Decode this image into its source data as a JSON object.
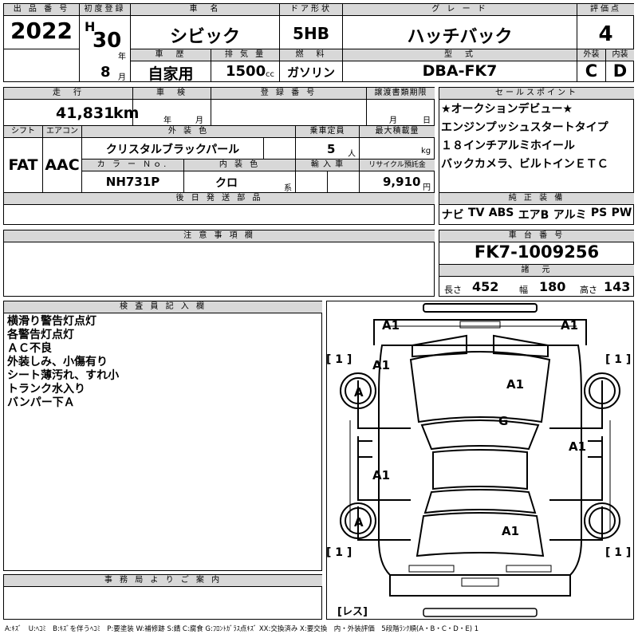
{
  "header": {
    "lot_no_label": "出 品 番 号",
    "lot_no": "2022",
    "first_reg_label": "初度登録",
    "era": "H",
    "year": "30",
    "year_unit": "年",
    "month": "8",
    "month_unit": "月",
    "car_name_label": "車　名",
    "car_name": "シビック",
    "door_label": "ドア形状",
    "door": "5HB",
    "grade_label": "グ レ ー ド",
    "grade": "ハッチバック",
    "score_label": "評価点",
    "score": "4",
    "history_label": "車　歴",
    "history": "自家用",
    "displacement_label": "排 気 量",
    "displacement": "1500",
    "displacement_unit": "cc",
    "fuel_label": "燃　料",
    "fuel": "ガソリン",
    "model_label": "型　式",
    "model": "DBA-FK7",
    "exterior_label": "外装",
    "exterior": "C",
    "interior_label": "内装",
    "interior": "D"
  },
  "row2": {
    "mileage_label": "走　行",
    "mileage": "41,831",
    "mileage_unit": "km",
    "inspection_label": "車　検",
    "inspection_year": "年",
    "inspection_month": "月",
    "reg_no_label": "登 録 番 号",
    "transfer_label": "譲渡書類期限",
    "transfer_month": "月",
    "transfer_day": "日",
    "shift_label": "シフト",
    "shift": "FAT",
    "ac_label": "エアコン",
    "ac": "AAC",
    "ext_color_label": "外 装 色",
    "ext_color": "クリスタルブラックパール",
    "capacity_label": "乗車定員",
    "capacity": "5",
    "capacity_unit": "人",
    "load_label": "最大積載量",
    "load_unit": "kg",
    "color_no_label": "カ ラ ー Ｎｏ.",
    "color_no": "NH731P",
    "int_color_label": "内 装 色",
    "int_color": "クロ",
    "int_color_unit": "系",
    "import_label": "輸 入 車",
    "recycle_label": "リサイクル預託金",
    "recycle": "9,910",
    "recycle_unit": "円"
  },
  "sales_points": {
    "label": "セールスポイント",
    "items": [
      "★オークションデビュー★",
      "エンジンプッシュスタートタイプ",
      "１８インチアルミホイール",
      "バックカメラ、ビルトインＥＴＣ"
    ]
  },
  "later_parts_label": "後 日 発 送 部 品",
  "equipment": {
    "label": "純 正 装 備",
    "items": [
      "ナビ",
      "TV",
      "ABS",
      "エアB",
      "アルミ",
      "PS",
      "PW"
    ]
  },
  "caution_label": "注 意 事 項 欄",
  "chassis": {
    "label": "車 台 番 号",
    "number": "FK7-1009256",
    "dims_label": "諸　元",
    "length_label": "長さ",
    "length": "452",
    "width_label": "幅",
    "width": "180",
    "height_label": "高さ",
    "height": "143"
  },
  "inspector": {
    "label": "検 査 員 記 入 欄",
    "lines": [
      "横滑り警告灯点灯",
      "各警告灯点灯",
      "ＡＣ不良",
      "外装しみ、小傷有り",
      "シート薄汚れ、すれ小",
      "トランク水入り",
      "バンパー下Ａ"
    ]
  },
  "office_label": "事 務 局 よ り ご 案 内",
  "diagram": {
    "tl": "A1",
    "tr": "A1",
    "left_fender": "A1",
    "hood": "A1",
    "roof": "G",
    "right_door": "A1",
    "left_rear": "A1",
    "trunk": "A1",
    "wheel_fl": "A",
    "wheel_rl": "A",
    "ind_fl": "[ 1 ]",
    "ind_fr": "[ 1 ]",
    "ind_rl": "[ 1 ]",
    "ind_rr": "[ 1 ]",
    "les": "[レス]"
  },
  "legend": "A:ｷｽﾞ　U:ﾍｺﾐ　B:ｷｽﾞを伴うﾍｺﾐ　P:要塗装 W:補修跡 S:錆 C:腐食 G:ﾌﾛﾝﾄｶﾞﾗｽ点ｷｽﾞ XX:交換済み X:要交換　内・外装評価　5段階ﾗﾝｸ順(A・B・C・D・E) 1"
}
